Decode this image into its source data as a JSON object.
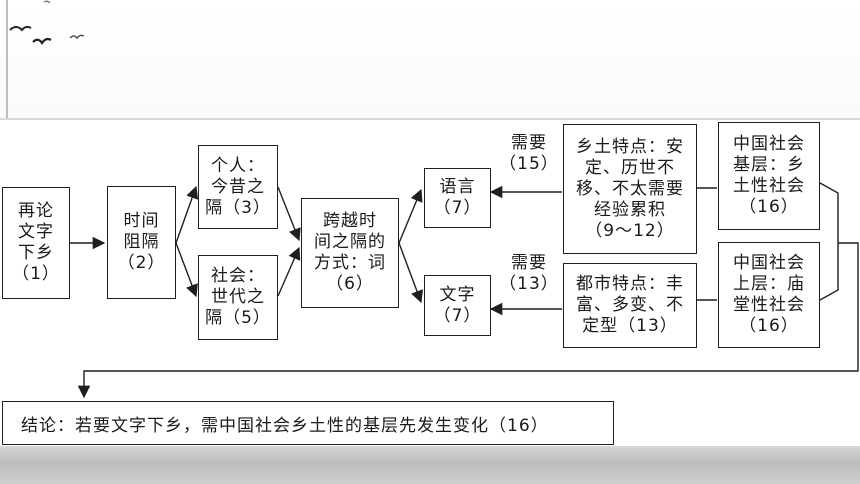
{
  "nodes": {
    "start": "再论\n文字\n下乡\n（1）",
    "time_gap": "时间\n阻隔\n（2）",
    "personal": "个人：\n今昔之\n隔（3）",
    "society": "社会：\n世代之\n隔（5）",
    "method": "跨越时\n间之隔的\n方式：词\n（6）",
    "language": "语言\n（7）",
    "writing": "文字\n（7）",
    "rural_traits": "乡土特点：安\n定、历世不\n移、不太需要\n经验累积\n（9～12）",
    "urban_traits": "都市特点：丰\n富、多变、不\n定型（13）",
    "china_base": "中国社会\n基层：乡\n土性社会\n（16）",
    "china_upper": "中国社会\n上层：庙\n堂性社会\n（16）"
  },
  "edge_labels": {
    "needs_15": "需要\n（15）",
    "needs_13": "需要\n（13）"
  },
  "conclusion": "结论：若要文字下乡，需中国社会乡土性的基层先发生变化（16）"
}
